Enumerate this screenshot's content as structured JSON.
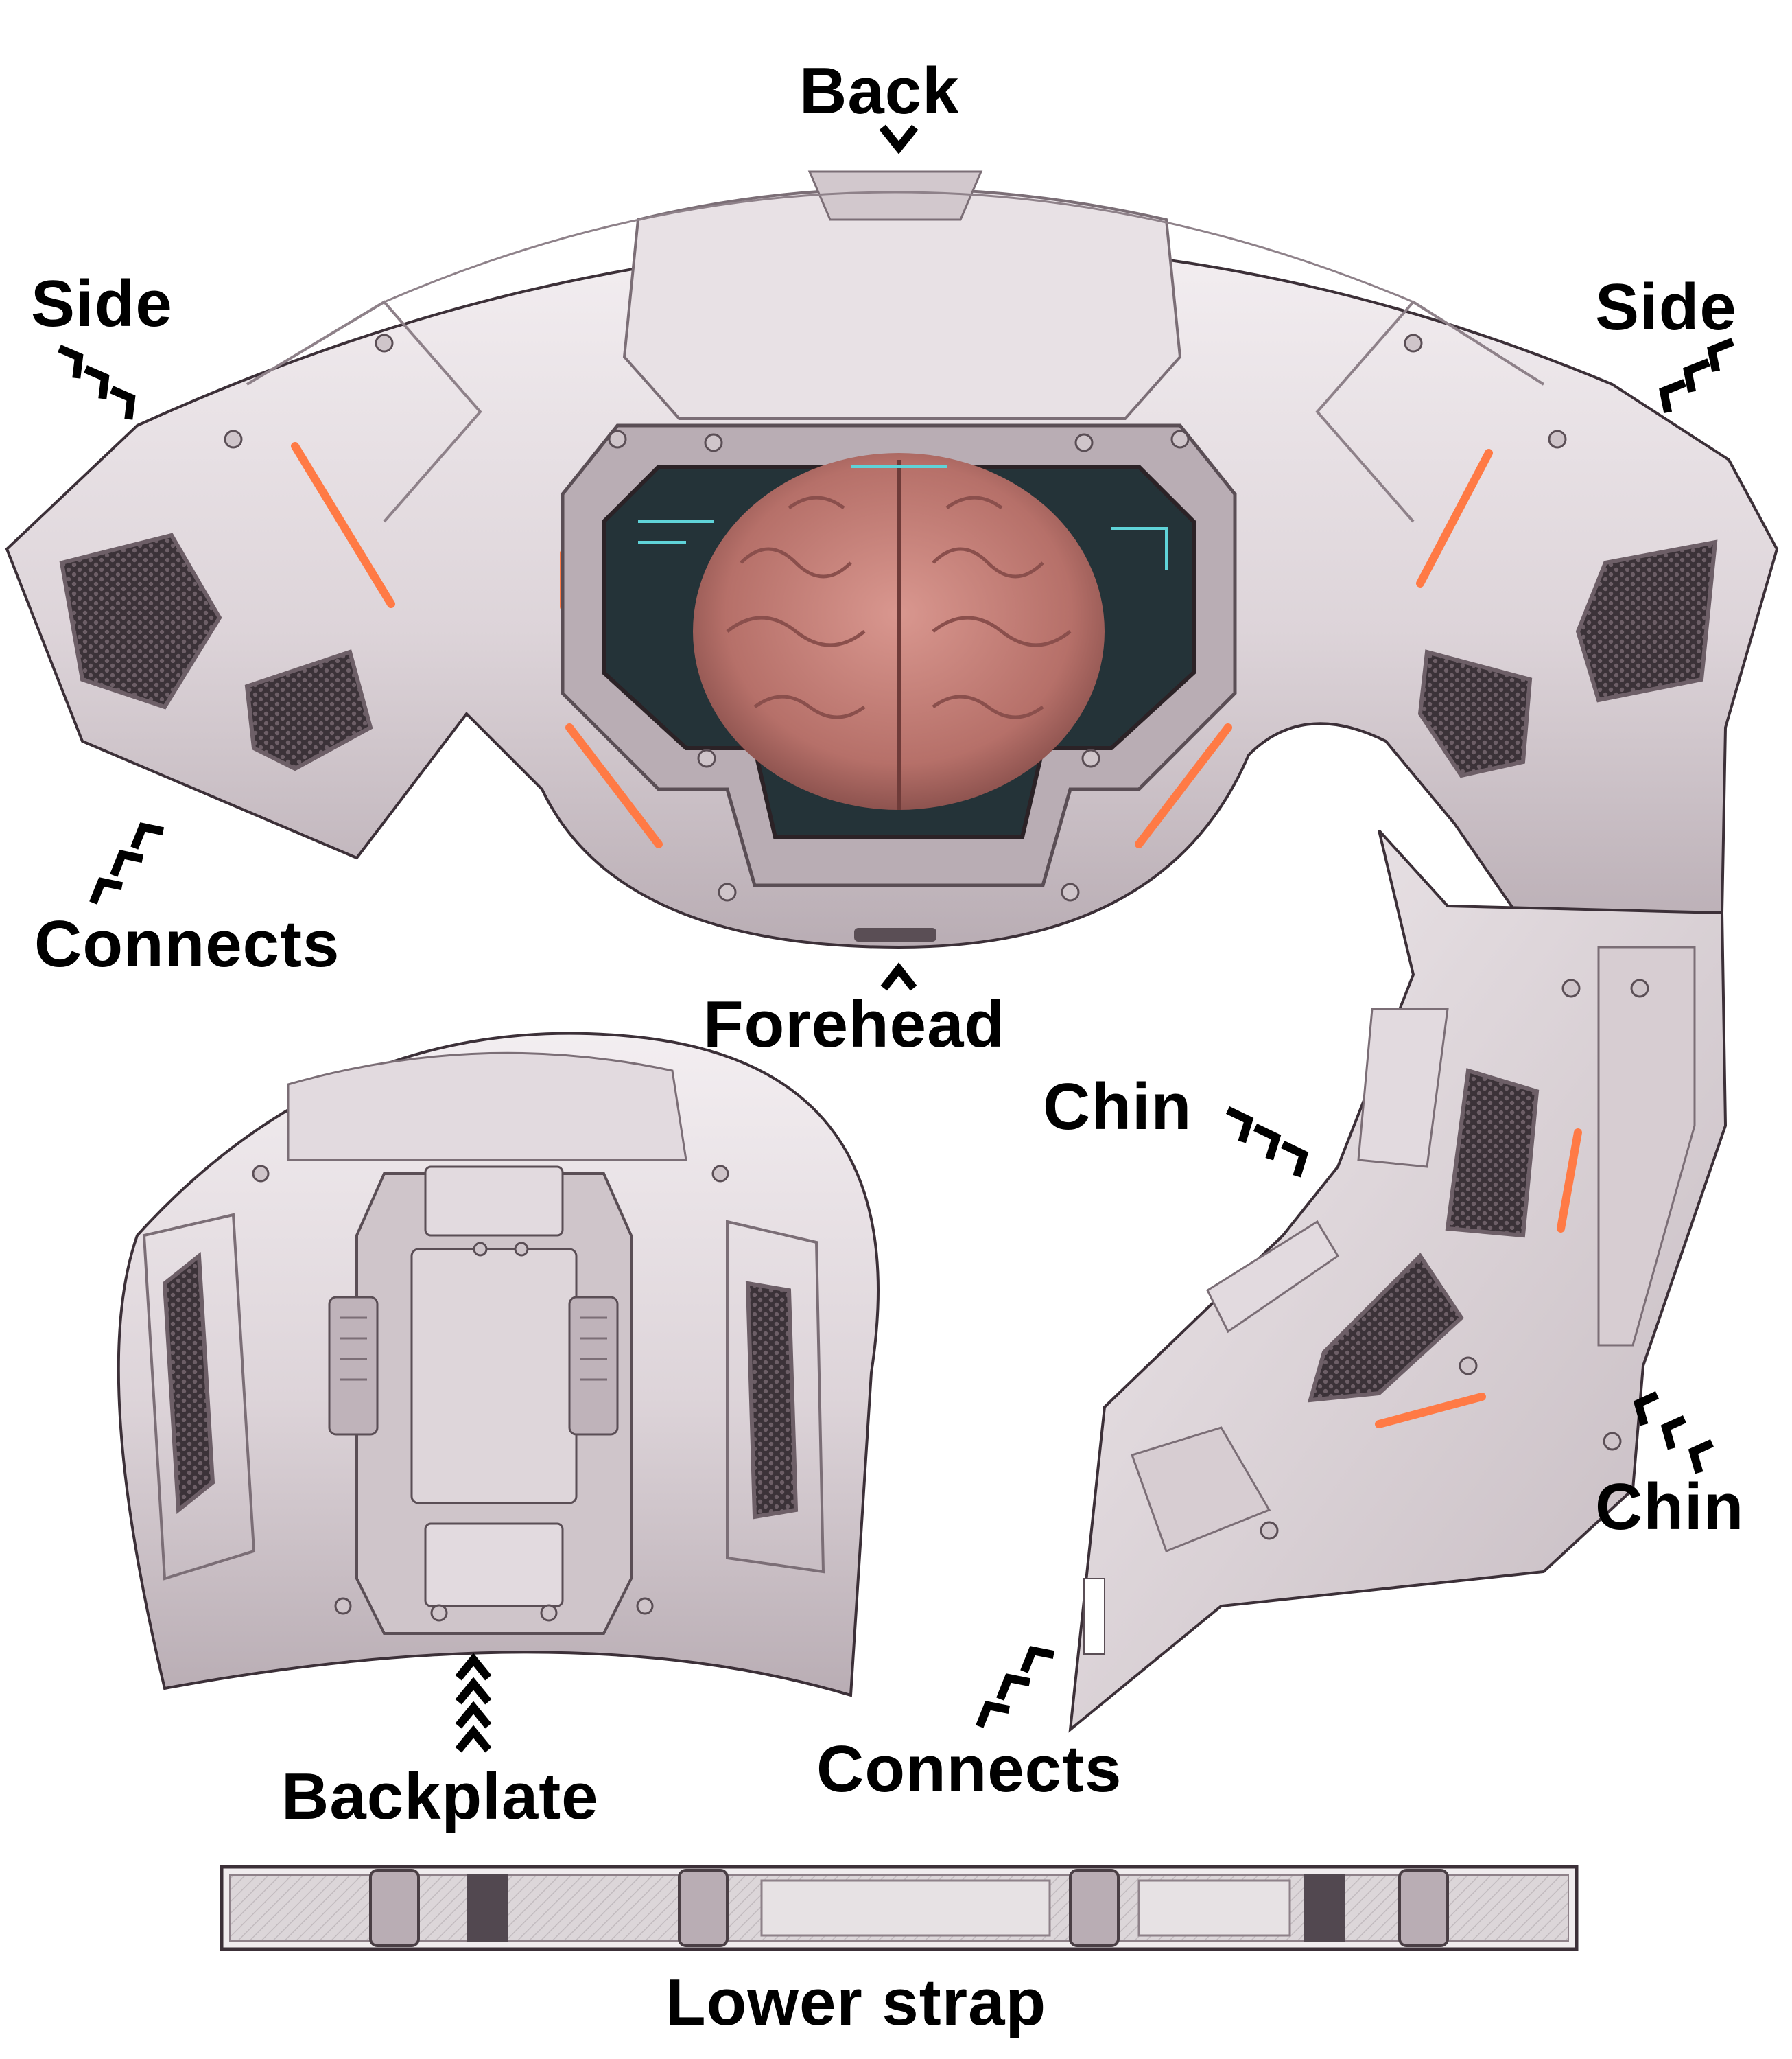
{
  "labels": {
    "back": "Back",
    "side_left": "Side",
    "side_right": "Side",
    "connects_left": "Connects",
    "forehead": "Forehead",
    "chin_upper": "Chin",
    "chin_lower": "Chin",
    "connects_right": "Connects",
    "backplate": "Backplate",
    "lower_strap": "Lower strap"
  },
  "colors": {
    "panel_light": "#ece6e9",
    "panel_mid": "#c9bfc5",
    "panel_dark": "#8e8189",
    "outline": "#3c3038",
    "accent_orange": "#ff7a45",
    "screen_cyan": "#5fd3d8",
    "brain": "#c8837e"
  },
  "icons": [
    "chevron-arrow-icon",
    "honeycomb-vent-icon",
    "screw-icon",
    "buckle-icon"
  ]
}
